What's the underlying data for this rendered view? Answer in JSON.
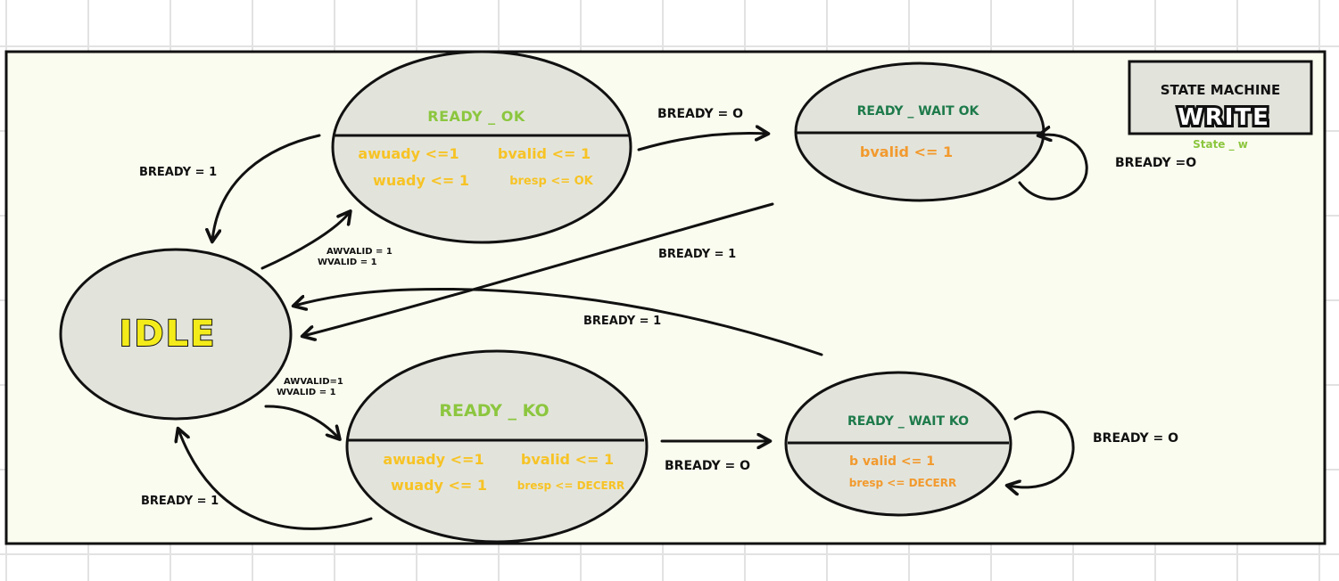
{
  "legend": {
    "line1": "STATE MACHINE",
    "line2": "WRITE",
    "tag": "State _ w"
  },
  "states": {
    "idle": {
      "name": "IDLE"
    },
    "ready_ok": {
      "name": "READY _ OK",
      "actions": [
        "awuady <=1",
        "bvalid <= 1",
        "wuady <= 1",
        "bresp <= OK"
      ]
    },
    "ready_ko": {
      "name": "READY _ KO",
      "actions": [
        "awuady <=1",
        "bvalid <= 1",
        "wuady <= 1",
        "bresp <= DECERR"
      ]
    },
    "ready_waitok": {
      "name": "READY _ WAIT OK",
      "actions": [
        "bvalid <= 1"
      ]
    },
    "ready_waitko": {
      "name": "READY _ WAIT KO",
      "actions": [
        "b valid <= 1",
        "bresp <= DECERR"
      ]
    }
  },
  "transitions": {
    "ok_to_idle": "BREADY = 1",
    "idle_to_ok_1": "AWVALID = 1",
    "idle_to_ok_2": "WVALID = 1",
    "ok_to_waitok": "BREADY = O",
    "waitok_self": "BREADY =O",
    "waitok_to_idle": "BREADY = 1",
    "waitko_to_idle": "BREADY = 1",
    "idle_to_ko_1": "AWVALID=1",
    "idle_to_ko_2": "WVALID = 1",
    "ko_to_idle": "BREADY = 1",
    "ko_to_waitko": "BREADY = O",
    "waitko_self": "BREADY = O"
  },
  "colors": {
    "frame_fill": "#fbfcf0",
    "state_fill": "#e2e4dc",
    "title_green": "#8cc63f",
    "wait_title_green": "#1e7a4a",
    "action_yellow": "#f7c325",
    "action_orange": "#f29a2e",
    "idle_yellow": "#f4ec1a",
    "ink": "#111111"
  }
}
